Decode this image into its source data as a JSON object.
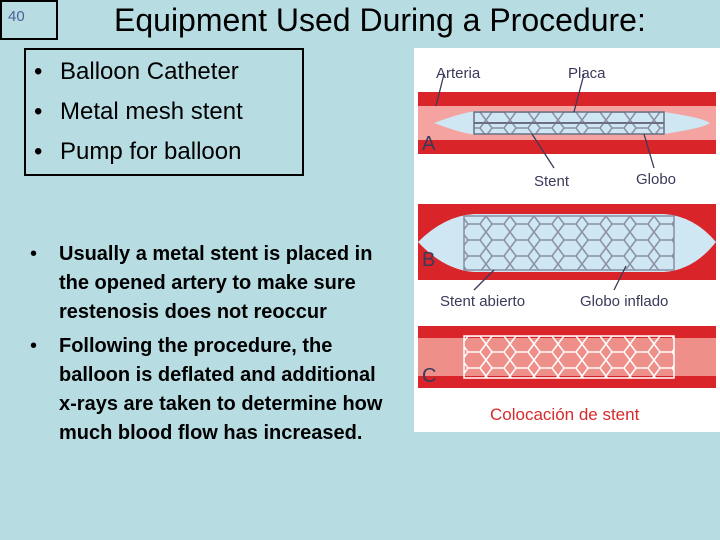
{
  "slide": {
    "number": "40",
    "title": "Equipment Used During a Procedure:"
  },
  "equipment_list": [
    "Balloon Catheter",
    "Metal mesh stent",
    "Pump for balloon"
  ],
  "notes": [
    "Usually  a metal stent is placed in the opened artery to make sure restenosis does not reoccur",
    "Following the procedure, the balloon is deflated and additional x-rays are taken to determine how much blood flow has increased."
  ],
  "figure": {
    "labels": {
      "arteria": "Arteria",
      "placa": "Placa",
      "a": "A",
      "stent": "Stent",
      "globo": "Globo",
      "b": "B",
      "stent_abierto": "Stent abierto",
      "globo_inflado": "Globo inflado",
      "c": "C",
      "caption": "Colocación de stent"
    },
    "colors": {
      "artery_wall": "#d9252a",
      "artery_inner": "#f4a3a0",
      "balloon": "#cfe7f2",
      "stent": "#6a6f86",
      "caption": "#d62b2b",
      "label_text": "#3a3a5a"
    }
  }
}
